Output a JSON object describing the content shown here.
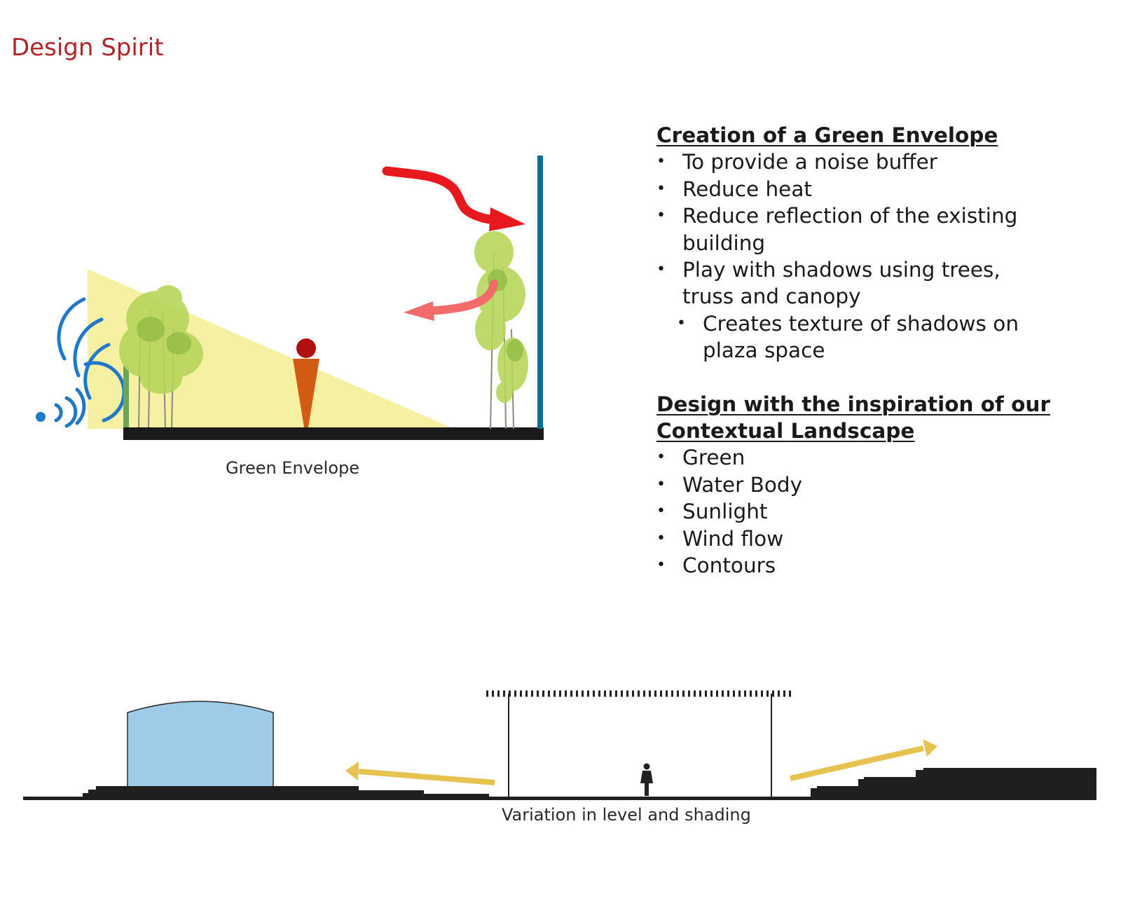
{
  "page": {
    "title": "Design Spirit"
  },
  "green_envelope": {
    "caption": "Green Envelope",
    "colors": {
      "sound_waves": "#1f78c8",
      "light_wedge": "#f6f0a3",
      "ground": "#1a1a1a",
      "building_wall": "#106a9a",
      "low_wall": "#6aa55a",
      "heat_arrow": "#e8191e",
      "reflect_arrow": "#f26b6b",
      "person_head": "#b01010",
      "person_body": "#d35c14",
      "tree_foliage": "#b6d65a",
      "tree_trunk": "#8a8a7a"
    },
    "icons": [
      "sound-wave-icon",
      "tree-icon",
      "person-icon",
      "heat-arrow-icon",
      "reflection-arrow-icon"
    ]
  },
  "level_section": {
    "caption": "Variation in level and shading",
    "colors": {
      "water_body": "#9dcbe8",
      "ground": "#1f1f1f",
      "wind_arrows": "#e6c34f",
      "canopy": "#222222"
    },
    "icons": [
      "water-tank-icon",
      "wind-arrow-icon",
      "canopy-truss-icon",
      "person-icon"
    ]
  },
  "text": {
    "section1": {
      "heading": "Creation of a Green Envelope",
      "items": [
        {
          "level": 1,
          "lines": [
            "To provide a noise buffer"
          ]
        },
        {
          "level": 1,
          "lines": [
            "Reduce heat"
          ]
        },
        {
          "level": 1,
          "lines": [
            "Reduce reflection of the existing",
            "building"
          ]
        },
        {
          "level": 1,
          "lines": [
            "Play with shadows using trees,",
            "truss and canopy"
          ]
        },
        {
          "level": 2,
          "lines": [
            "Creates texture of shadows on",
            "plaza space"
          ]
        }
      ]
    },
    "section2": {
      "heading_lines": [
        "Design with the inspiration of our",
        "Contextual Landscape"
      ],
      "items": [
        "Green",
        "Water Body",
        "Sunlight",
        "Wind flow",
        "Contours"
      ]
    }
  }
}
